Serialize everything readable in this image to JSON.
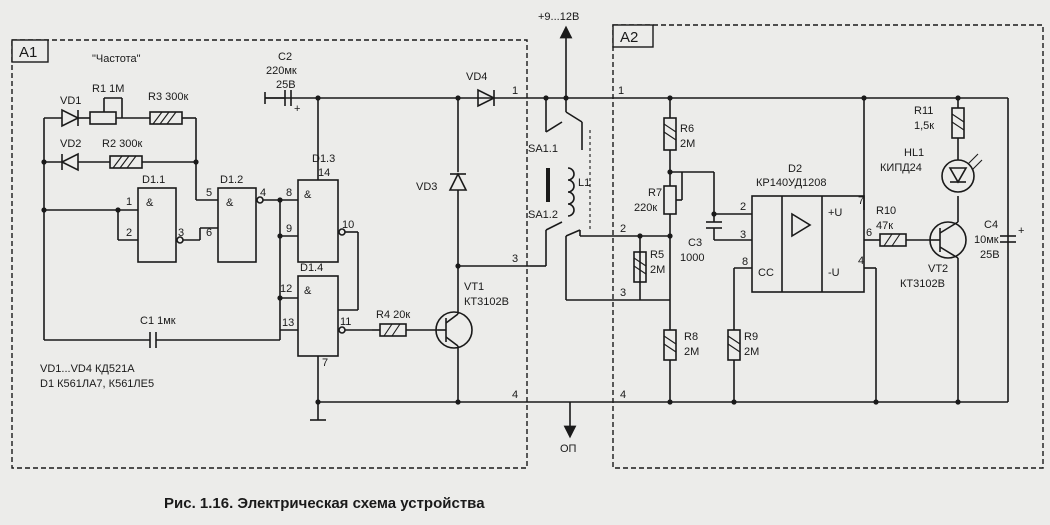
{
  "blocks": {
    "a1": "A1",
    "a2": "A2"
  },
  "power": {
    "plus": "+9...12В",
    "minus": "ОП"
  },
  "frequency_label": "\"Частота\"",
  "a1": {
    "vd1": "VD1",
    "vd2": "VD2",
    "vd3": "VD3",
    "vd4": "VD4",
    "r1": "R1 1M",
    "r2": "R2 300к",
    "r3": "R3 300к",
    "c2_name": "C2",
    "c2_value": "220мк",
    "c2_voltage": "25В",
    "d11": "D1.1",
    "d12": "D1.2",
    "d13": "D1.3",
    "d14": "D1.4",
    "gate_symbol": "&",
    "c1": "C1 1мк",
    "r4": "R4 20к",
    "vt1_name": "VT1",
    "vt1_type": "КТ3102В",
    "note_diodes": "VD1...VD4 КД521А",
    "note_chips": "D1 К561ЛА7, К561ЛЕ5",
    "pins": [
      "1",
      "2",
      "3",
      "5",
      "6",
      "4",
      "8",
      "9",
      "10",
      "14",
      "12",
      "13",
      "11",
      "7",
      "1",
      "3",
      "4"
    ]
  },
  "sa": {
    "sa11": "SA1.1",
    "l1": "L1",
    "sa12": "SA1.2"
  },
  "a2": {
    "r6_name": "R6",
    "r6_value": "2М",
    "r7_name": "R7",
    "r7_value": "220к",
    "c3_name": "C3",
    "c3_value": "1000",
    "r5_name": "R5",
    "r5_value": "2М",
    "r8_name": "R8",
    "r8_value": "2М",
    "r9_name": "R9",
    "r9_value": "2М",
    "d2_name": "D2",
    "d2_type": "КР140УД1208",
    "pu": "+U",
    "mu": "-U",
    "cc": "CC",
    "r10_name": "R10",
    "r10_value": "47к",
    "r11_name": "R11",
    "r11_value": "1,5к",
    "hl1_name": "HL1",
    "hl1_type": "КИПД24",
    "vt2_name": "VT2",
    "vt2_type": "КТ3102В",
    "c4_name": "C4",
    "c4_value": "10мк",
    "c4_voltage": "25В",
    "pins": [
      "1",
      "2",
      "3",
      "4",
      "2",
      "3",
      "8",
      "6",
      "7",
      "4"
    ]
  },
  "caption": "Рис. 1.16. Электрическая схема устройства"
}
